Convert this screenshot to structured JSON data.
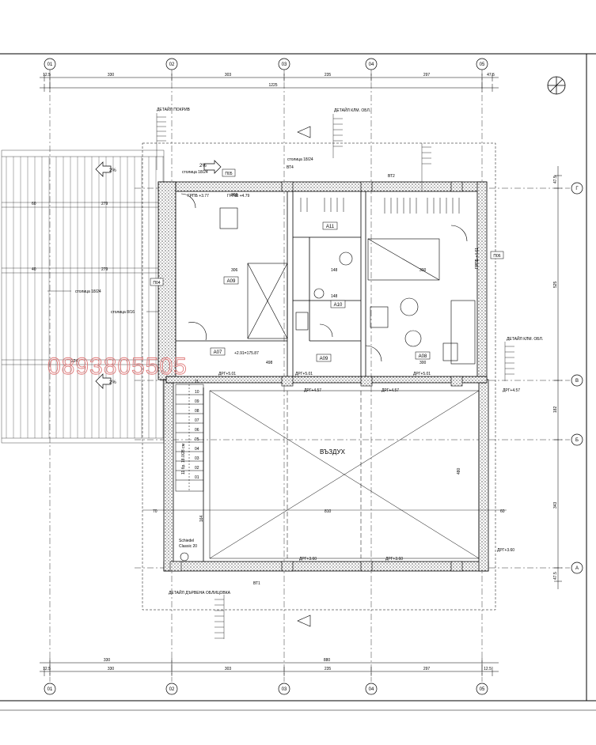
{
  "axes_top": [
    "01",
    "02",
    "03",
    "04",
    "05"
  ],
  "axes_bottom": [
    "01",
    "02",
    "03",
    "04",
    "05"
  ],
  "axes_right": [
    "Г",
    "В",
    "Б",
    "А"
  ],
  "dims_top": {
    "segments": [
      "12.5",
      "330",
      "303",
      "235",
      "297",
      "47.5"
    ],
    "total": "1225"
  },
  "dims_bottom": {
    "row1": [
      "330",
      "880"
    ],
    "row2": [
      "12.5",
      "330",
      "303",
      "235",
      "297",
      "12.5"
    ]
  },
  "dims_right": [
    "47.5",
    "525",
    "182",
    "343",
    "47.5"
  ],
  "rooms": {
    "a07": "A07",
    "a08": "A08",
    "a09_left": "A09",
    "a09_center": "A09",
    "a10": "A10",
    "a11": "A11",
    "void_label": "ВЪЗДУХ"
  },
  "stair_numbers": [
    "11",
    "10",
    "09",
    "08",
    "07",
    "06",
    "05",
    "04",
    "03",
    "02",
    "01"
  ],
  "stair_note": "11 бр. 18.0/28 см",
  "levels": {
    "lvl_501_a": "ДРГ+5.01",
    "lvl_501_b": "ДРГ+5.01",
    "lvl_501_c": "ДРГ+5.01",
    "lvl_457_a": "ДРГ+4.57",
    "lvl_457_b": "ДРГ+4.57",
    "lvl_457_c": "ДРГ+4.57",
    "lvl_360_a": "ДРГ+3.60",
    "lvl_360_b": "ДРГ+3.60",
    "lvl_360_c": "ДРГ+3.60",
    "lvl_291": "+2.91=175.87",
    "lvl_top_a": "ГРПБ +3.77",
    "lvl_top_b": "ГРПШ +4.79",
    "lvl_right": "ГРПБ +4.61"
  },
  "slopes": [
    "2%",
    "2%",
    "2%"
  ],
  "markers": {
    "p05": "П05",
    "p04": "П04",
    "p06": "П06",
    "bt1": "ВТ1",
    "bt2": "ВТ2",
    "bt4": "ВТ4"
  },
  "notes": {
    "roof_title": "ДЕТАЙЛ ПОКРИВ",
    "wall_title_top": "ДЕТАЙЛ КЛМ. ОБЛ.",
    "wall_title_right": "ДЕТАЙЛ КЛМ. ОБЛ.",
    "wall_title_bottom": "ДЕТАЙЛ ДЪРВЕНА ОБЛИЦОВКА",
    "column_a": "столица 18/24",
    "column_b": "столица 18/24",
    "column_c": "столица 18/24",
    "column_d": "столица 8/16",
    "fireplace_line1": "Schiedel",
    "fireplace_line2": "Classic 20"
  },
  "room_dims": {
    "d308": "308",
    "d306": "306",
    "d300": "300",
    "d148a": "148",
    "d148b": "148",
    "d498": "498",
    "d279a": "279",
    "d279b": "279",
    "d810": "810",
    "d224": "224",
    "d480": "480",
    "d164": "164",
    "d70": "70",
    "d60": "60",
    "d40": "40"
  },
  "watermark": "0893805505"
}
